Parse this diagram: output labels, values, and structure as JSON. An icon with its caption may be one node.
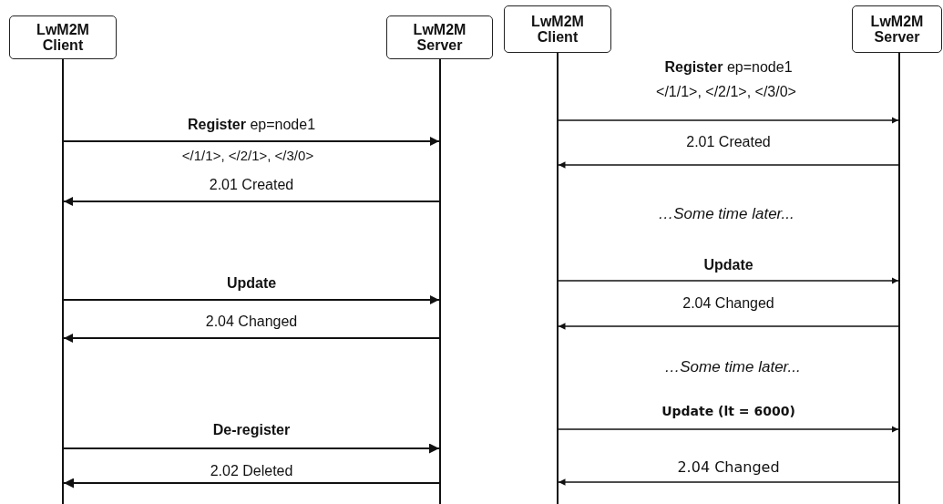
{
  "diagram": {
    "nodes": [
      {
        "text": [
          "LwM2M Client"
        ]
      },
      {
        "text": [
          "LwM2M Server"
        ]
      },
      {
        "text": [
          "LwM2M Client"
        ]
      },
      {
        "text": [
          "LwM2M Server"
        ]
      }
    ],
    "edges": [
      {
        "from": 0,
        "to": 1,
        "arrow": "to",
        "label": "**Register** ep=node1"
      },
      {
        "from": 1,
        "to": 0,
        "arrow": "to",
        "label": "2.01 Created"
      },
      {
        "from": 0,
        "to": 1,
        "arrow": "to",
        "label": "Update"
      },
      {
        "from": 1,
        "to": 0,
        "arrow": "to",
        "label": "2.04 Changed"
      },
      {
        "from": 0,
        "to": 1,
        "arrow": "to",
        "label": "De-register"
      },
      {
        "from": 1,
        "to": 0,
        "arrow": "to",
        "label": "2.02 Deleted"
      },
      {
        "from": 2,
        "to": 3,
        "arrow": "to",
        "label": "**Register** ep=node1"
      },
      {
        "from": 3,
        "to": 2,
        "arrow": "to",
        "label": "2.01 Created"
      },
      {
        "from": 2,
        "to": 3,
        "arrow": "to",
        "label": "Update"
      },
      {
        "from": 3,
        "to": 2,
        "arrow": "to",
        "label": "2.04 Changed"
      },
      {
        "from": 2,
        "to": 3,
        "arrow": "to",
        "label": "Update (lt = 6000)"
      },
      {
        "from": 3,
        "to": 2,
        "arrow": "to",
        "label": "2.04 Changed"
      }
    ],
    "labels": [
      "</1/1>, </2/1>, </3/0>",
      "</1/1>, </2/1>, </3/0>",
      "…Some time later...",
      "…Some time later..."
    ]
  }
}
